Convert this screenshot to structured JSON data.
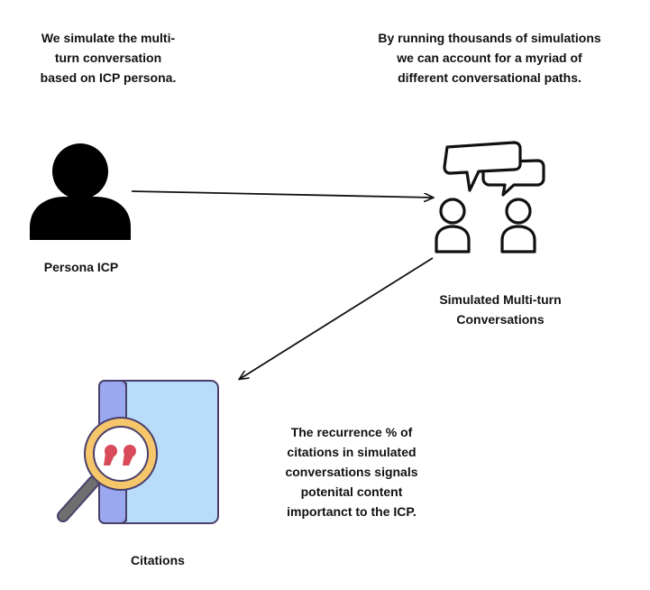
{
  "intro_text": [
    "We simulate the multi-",
    "turn conversation",
    "based on ICP persona."
  ],
  "paths_text": [
    "By running thousands of simulations",
    "we can account for a myriad of",
    "different conversational paths."
  ],
  "persona_label": "Persona ICP",
  "conversations_label": [
    "Simulated Multi-turn",
    "Conversations"
  ],
  "recurrence_text": [
    "The recurrence % of",
    "citations in simulated",
    "conversations signals",
    "potenital content",
    "importanct to the ICP."
  ],
  "citations_label": "Citations",
  "icons": {
    "persona": "person-icon",
    "conversations": "conversation-people-icon",
    "citations": "citations-book-magnifier-icon"
  },
  "colors": {
    "book_cover": "#b8dcfa",
    "book_spine": "#9aa8f0",
    "outline": "#4a3f6b",
    "lens_ring": "#f6c66a",
    "quote_mark": "#d94a5a",
    "handle": "#6f6f6f"
  }
}
